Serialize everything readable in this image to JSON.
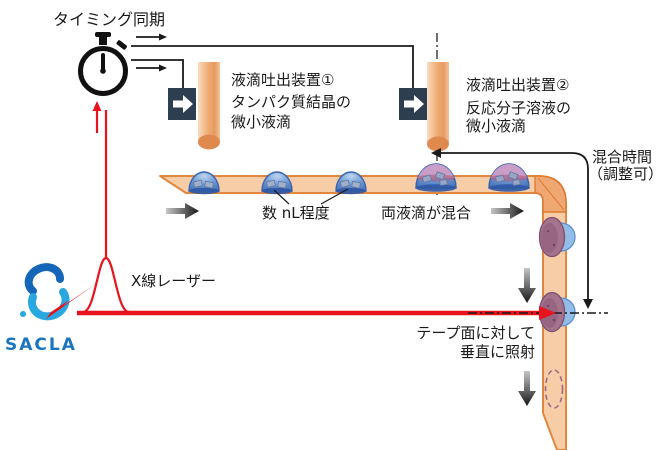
{
  "labels": {
    "timing_sync": "タイミング同期",
    "dispenser1_title": "液滴吐出装置①",
    "dispenser1_line1": "タンパク質結晶の",
    "dispenser1_line2": "微小液滴",
    "dispenser2_title": "液滴吐出装置②",
    "dispenser2_line1": "反応分子溶液の",
    "dispenser2_line2": "微小液滴",
    "mixing_time_line1": "混合時間",
    "mixing_time_line2": "（調整可）",
    "droplet_volume": "数 nL程度",
    "droplets_mixing": "両液滴が混合",
    "xray_laser": "X線レーザー",
    "irradiation_line1": "テープ面に対して",
    "irradiation_line2": "垂直に照射",
    "logo": "SACLA"
  },
  "colors": {
    "laser_red": "#e8131d",
    "tape_fill": "#f7cda7",
    "tape_border": "#e2873f",
    "tape_fold": "#f0a873",
    "device_box": "#2d3e50",
    "droplet_blue": "#4d7ac2",
    "droplet_mix_pink": "#cb9cc6",
    "side_droplet_mauve": "#a4748f",
    "logo_blue": "#1b75bc",
    "logo_light_blue": "#29a8e0",
    "line_black": "#1a1a1a"
  }
}
